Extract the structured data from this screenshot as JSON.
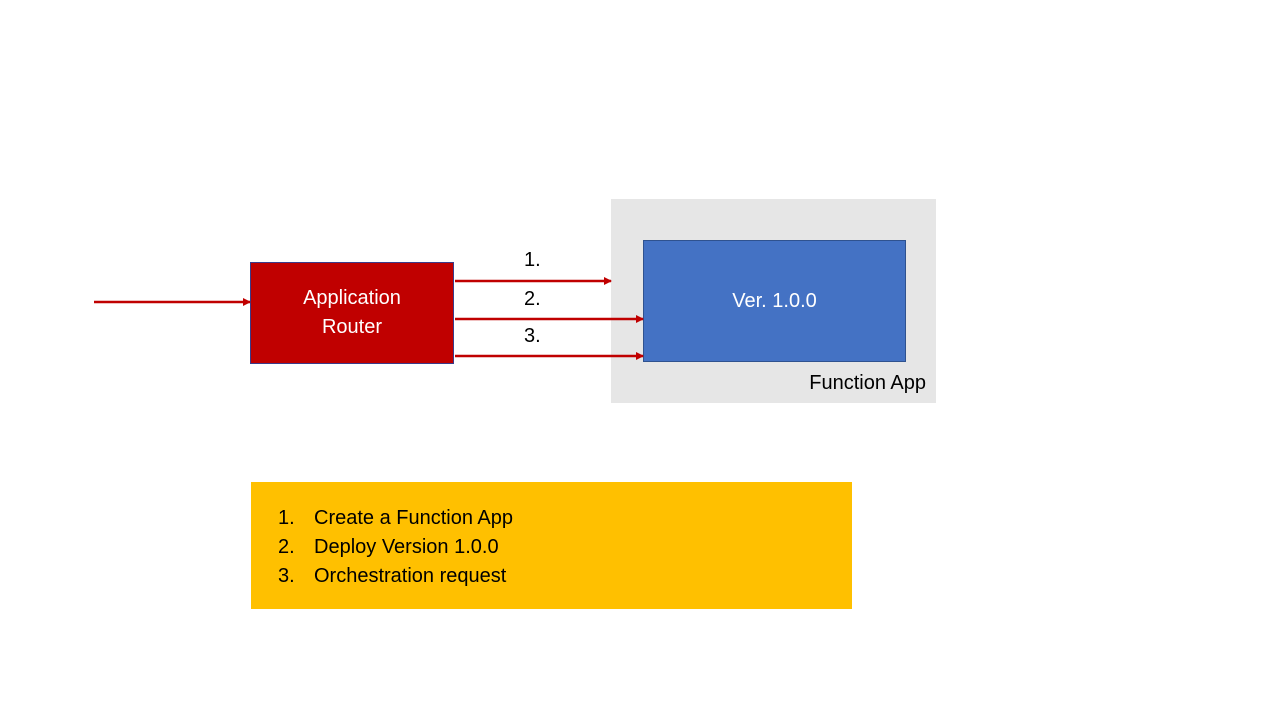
{
  "diagram": {
    "router": {
      "line1": "Application",
      "line2": "Router"
    },
    "function_app": {
      "label": "Function App",
      "version_label": "Ver. 1.0.0"
    },
    "arrow_labels": [
      "1.",
      "2.",
      "3."
    ],
    "colors": {
      "router_fill": "#c00000",
      "arrow": "#c00000",
      "function_app_fill": "#e6e6e6",
      "version_fill": "#4472c4",
      "note_fill": "#ffc000"
    }
  },
  "legend": {
    "items": [
      {
        "num": "1.",
        "text": "Create a Function App"
      },
      {
        "num": "2.",
        "text": "Deploy Version 1.0.0"
      },
      {
        "num": "3.",
        "text": "Orchestration request"
      }
    ]
  }
}
